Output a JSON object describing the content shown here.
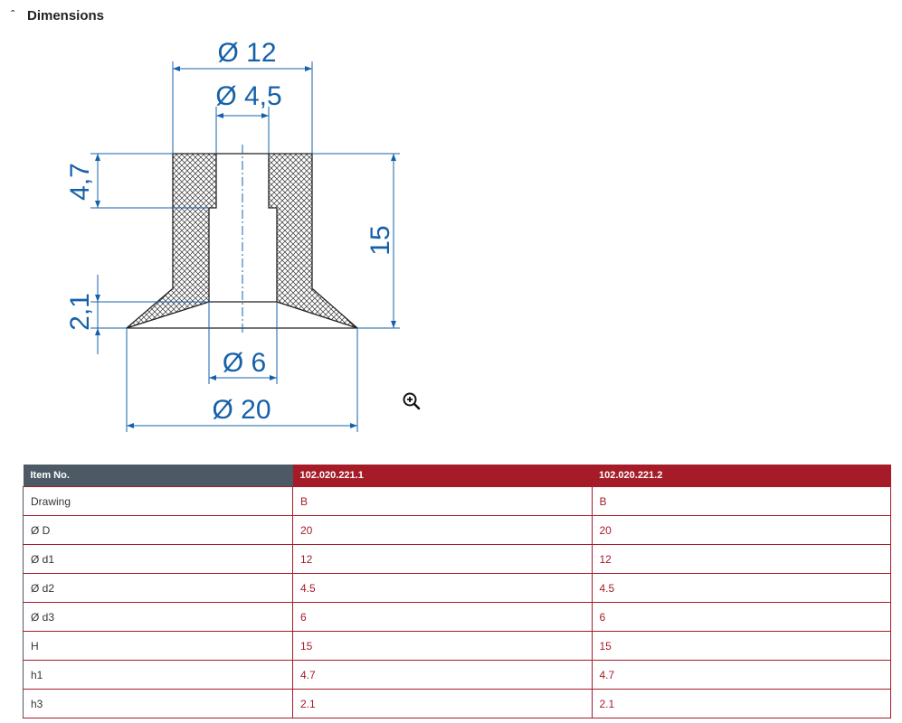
{
  "section": {
    "title": "Dimensions",
    "chevron_icon": "chevron-up-icon"
  },
  "drawing": {
    "dims": {
      "d12": "Ø 12",
      "d45": "Ø 4,5",
      "d6": "Ø 6",
      "d20": "Ø 20",
      "h47": "4,7",
      "h15": "15",
      "h21": "2,1"
    },
    "line_color": "#1560a8"
  },
  "zoom_icon": "zoom-in-icon",
  "table": {
    "headers": [
      "Item No.",
      "102.020.221.1",
      "102.020.221.2"
    ],
    "rows": [
      {
        "label": "Drawing",
        "v1": "B",
        "v2": "B"
      },
      {
        "label": "Ø D",
        "v1": "20",
        "v2": "20"
      },
      {
        "label": "Ø d1",
        "v1": "12",
        "v2": "12"
      },
      {
        "label": "Ø d2",
        "v1": "4.5",
        "v2": "4.5"
      },
      {
        "label": "Ø d3",
        "v1": "6",
        "v2": "6"
      },
      {
        "label": "H",
        "v1": "15",
        "v2": "15"
      },
      {
        "label": "h1",
        "v1": "4.7",
        "v2": "4.7"
      },
      {
        "label": "h3",
        "v1": "2.1",
        "v2": "2.1"
      }
    ]
  }
}
